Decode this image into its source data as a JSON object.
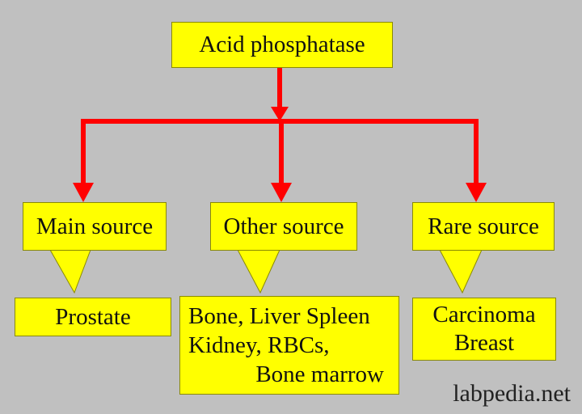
{
  "diagram": {
    "root": "Acid phosphatase",
    "categories": [
      {
        "label": "Main source",
        "items": [
          "Prostate"
        ]
      },
      {
        "label": "Other source",
        "items": [
          "Bone, Liver Spleen",
          "Kidney, RBCs,",
          "Bone marrow"
        ]
      },
      {
        "label": "Rare source",
        "items": [
          "Carcinoma",
          "Breast"
        ]
      }
    ]
  },
  "colors": {
    "background": "#c0c0c0",
    "box": "#ffff00",
    "arrow": "#ff0000"
  },
  "watermark": "labpedia.net"
}
